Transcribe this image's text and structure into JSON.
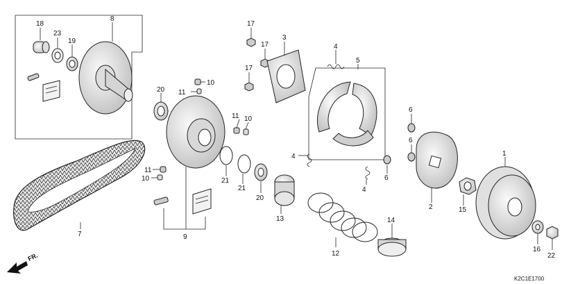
{
  "diagram": {
    "drawing_code": "K2C1E1700",
    "direction_label": "FR.",
    "callouts": {
      "c1": "1",
      "c2": "2",
      "c3": "3",
      "c4a": "4",
      "c4b": "4",
      "c4c": "4",
      "c5": "5",
      "c6a": "6",
      "c6b": "6",
      "c6c": "6",
      "c7": "7",
      "c8": "8",
      "c9": "9",
      "c10a": "10",
      "c10b": "10",
      "c10c": "10",
      "c11a": "11",
      "c11b": "11",
      "c11c": "11",
      "c12": "12",
      "c13": "13",
      "c14": "14",
      "c15": "15",
      "c16": "16",
      "c17a": "17",
      "c17b": "17",
      "c17c": "17",
      "c18": "18",
      "c19": "19",
      "c20a": "20",
      "c20b": "20",
      "c21a": "21",
      "c21b": "21",
      "c22": "22",
      "c23": "23"
    }
  }
}
